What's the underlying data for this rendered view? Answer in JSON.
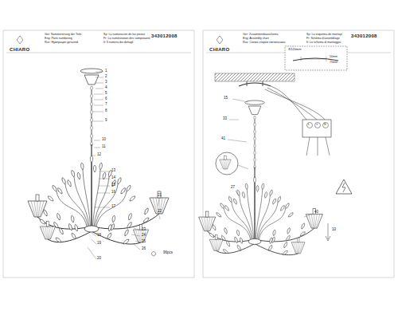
{
  "diagram": {
    "labels": [
      "CHIARO",
      "343012008",
      "Ger: Nummerierung der Teile",
      "Eng: Parts numbering",
      "Rus: Нумерация деталей",
      "Sp: La numeración de las piezas",
      "Fr: La numérotation des composants",
      "It: Il numero dei dettagli",
      "1",
      "2",
      "3",
      "4",
      "5",
      "6",
      "7",
      "8",
      "9",
      "10",
      "11",
      "12",
      "13",
      "14",
      "15",
      "16",
      "17",
      "21",
      "22",
      "18",
      "19",
      "23",
      "24",
      "25",
      "26",
      "20",
      "96pcs",
      "CHIARO",
      "343012008",
      "Ger: Zusammenbauschema",
      "Eng: Assembly chart",
      "Rus: Схема сборки светильника",
      "Sp: La esquema de montaje",
      "Fr: Schéma d'assemblage",
      "It: Lo schema di montaggio",
      "Φ120mm",
      "50mm",
      "75mm",
      "15",
      "33",
      "41",
      "27",
      "40",
      "10",
      "L",
      "⏚",
      "N"
    ]
  }
}
